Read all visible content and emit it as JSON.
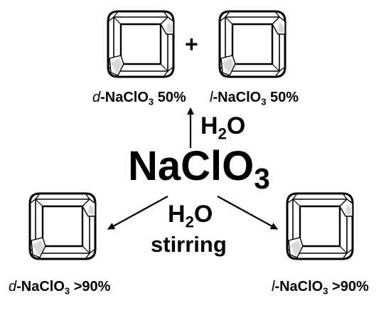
{
  "reactant": {
    "formula_main": "NaClO",
    "formula_sub": "3"
  },
  "path_top": {
    "condition_main": "H",
    "condition_sub": "2",
    "condition_end": "O",
    "plus_sign": "+",
    "product_left": {
      "prefix": "d",
      "main": "-NaClO",
      "sub": "3",
      "amount": " 50%"
    },
    "product_right": {
      "prefix": "l",
      "main": "-NaClO",
      "sub": "3",
      "amount": " 50%"
    }
  },
  "path_bottom": {
    "condition_main": "H",
    "condition_sub": "2",
    "condition_end": "O",
    "condition_line2": "stirring",
    "product_left": {
      "prefix": "d",
      "main": "-NaClO",
      "sub": "3",
      "amount": " >90%"
    },
    "product_right": {
      "prefix": "l",
      "main": "-NaClO",
      "sub": "3",
      "amount": " >90%"
    }
  },
  "colors": {
    "ink": "#000000",
    "crystal_fill": "#ffffff",
    "crystal_shade": "#d8d8d8"
  }
}
